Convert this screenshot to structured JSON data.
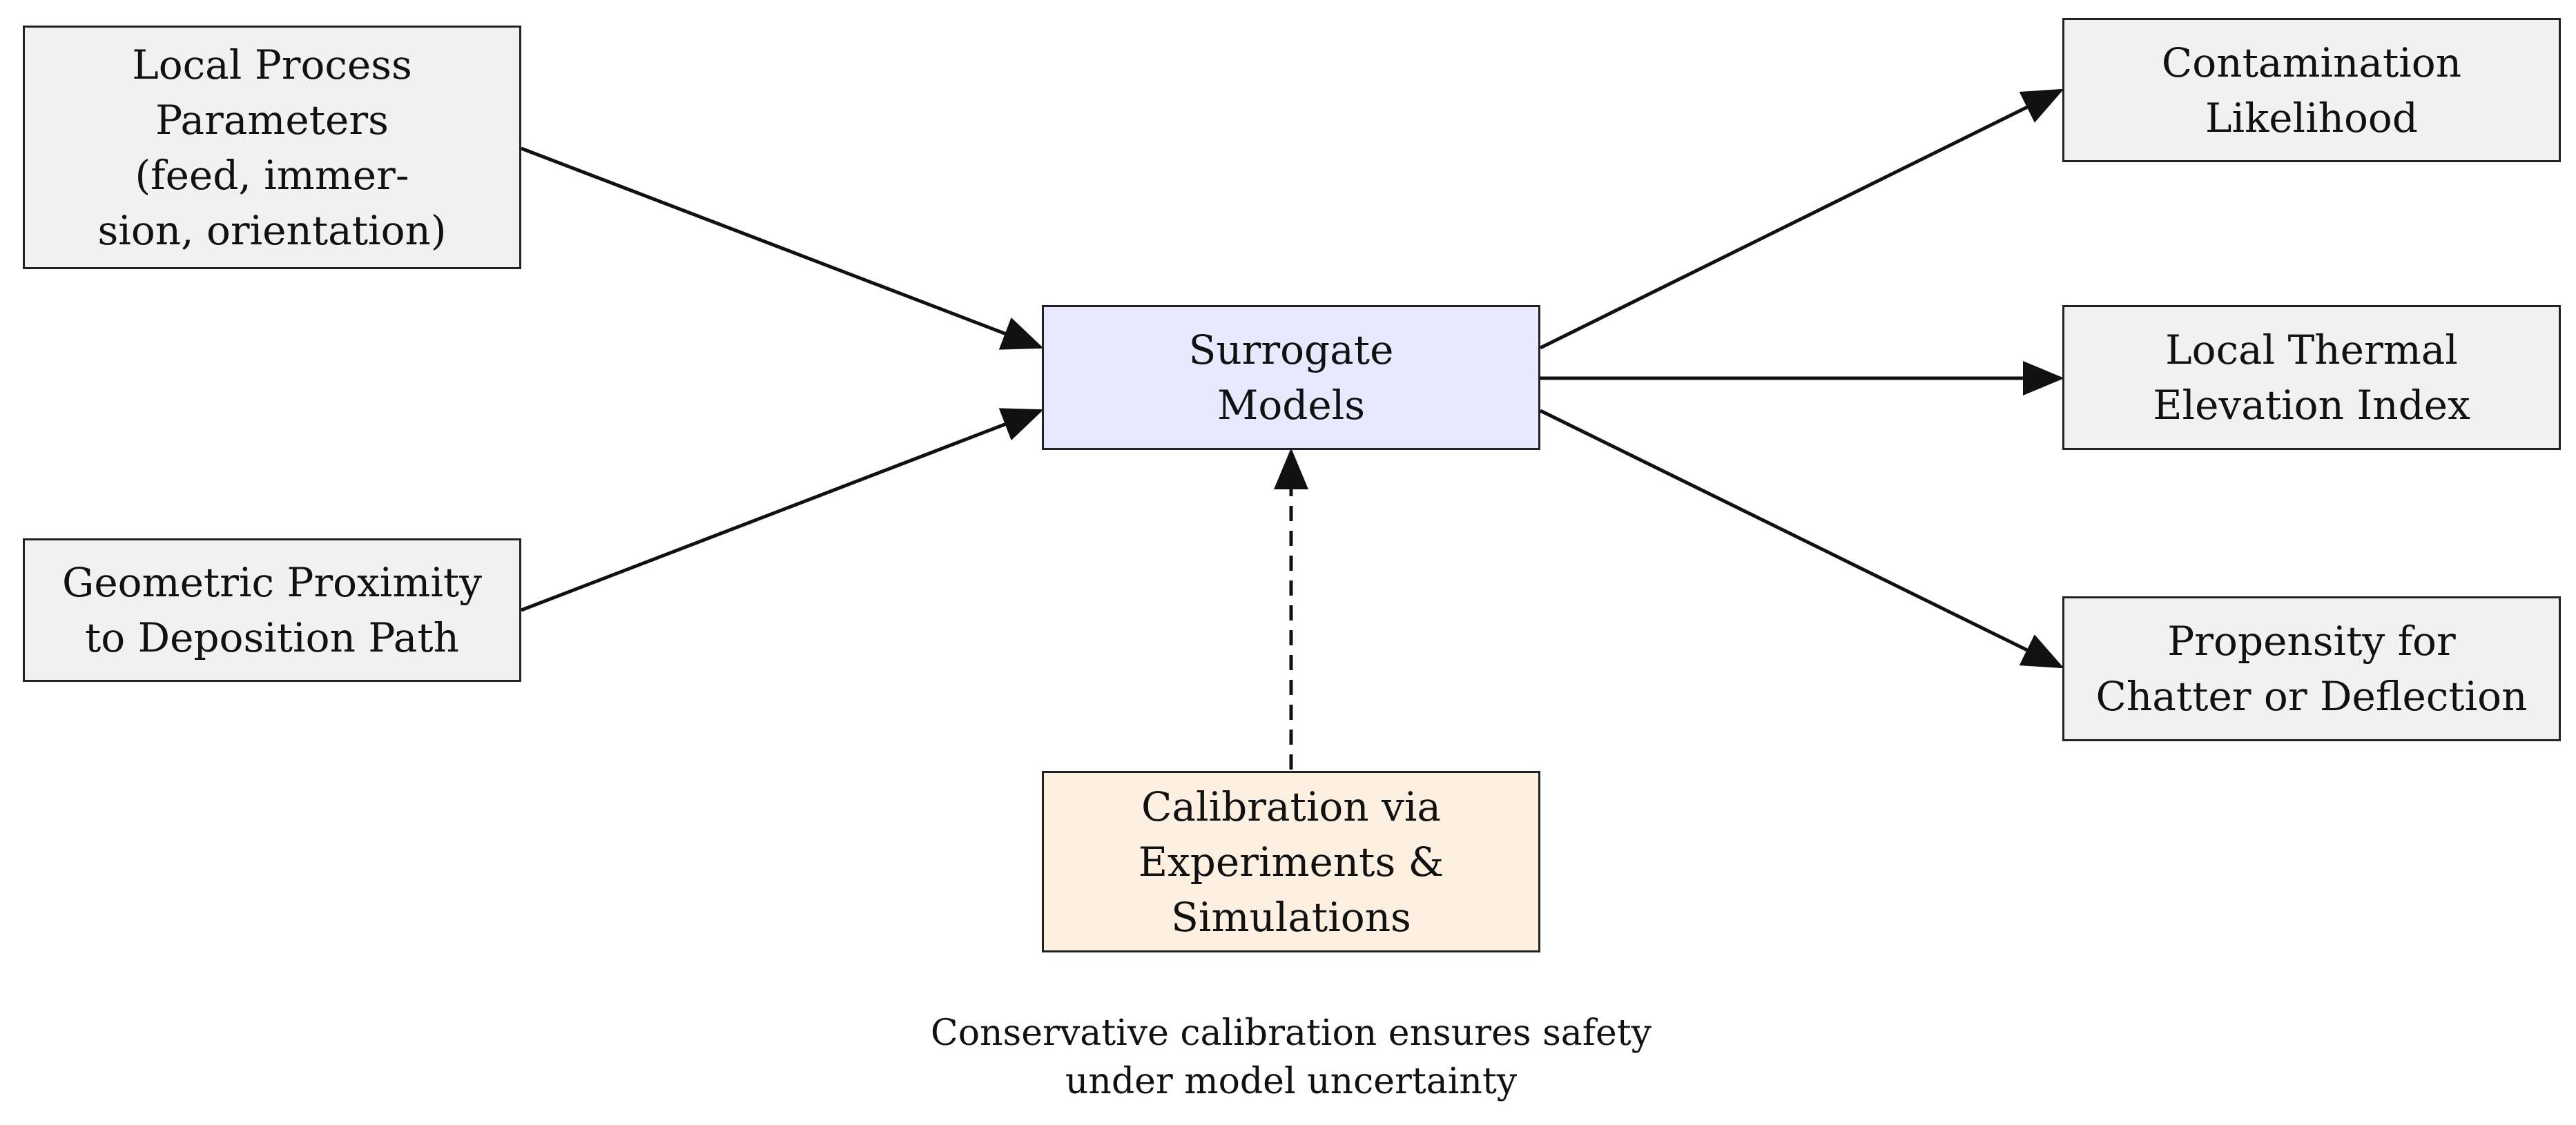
{
  "nodes": {
    "local_process": "Local Process\nParameters\n(feed, immer-\nsion, orientation)",
    "geometric_proximity": "Geometric Proximity\nto Deposition Path",
    "surrogate": "Surrogate\nModels",
    "calibration": "Calibration via\nExperiments &\nSimulations",
    "contamination": "Contamination\nLikelihood",
    "thermal": "Local Thermal\nElevation Index",
    "chatter": "Propensity for\nChatter or Deflection"
  },
  "footnote": "Conservative calibration ensures safety\nunder model uncertainty",
  "colors": {
    "input_fill": "#f1f1f1",
    "model_fill": "#e8e8ff",
    "calibration_fill": "#fdf0e1",
    "stroke": "#222222"
  }
}
